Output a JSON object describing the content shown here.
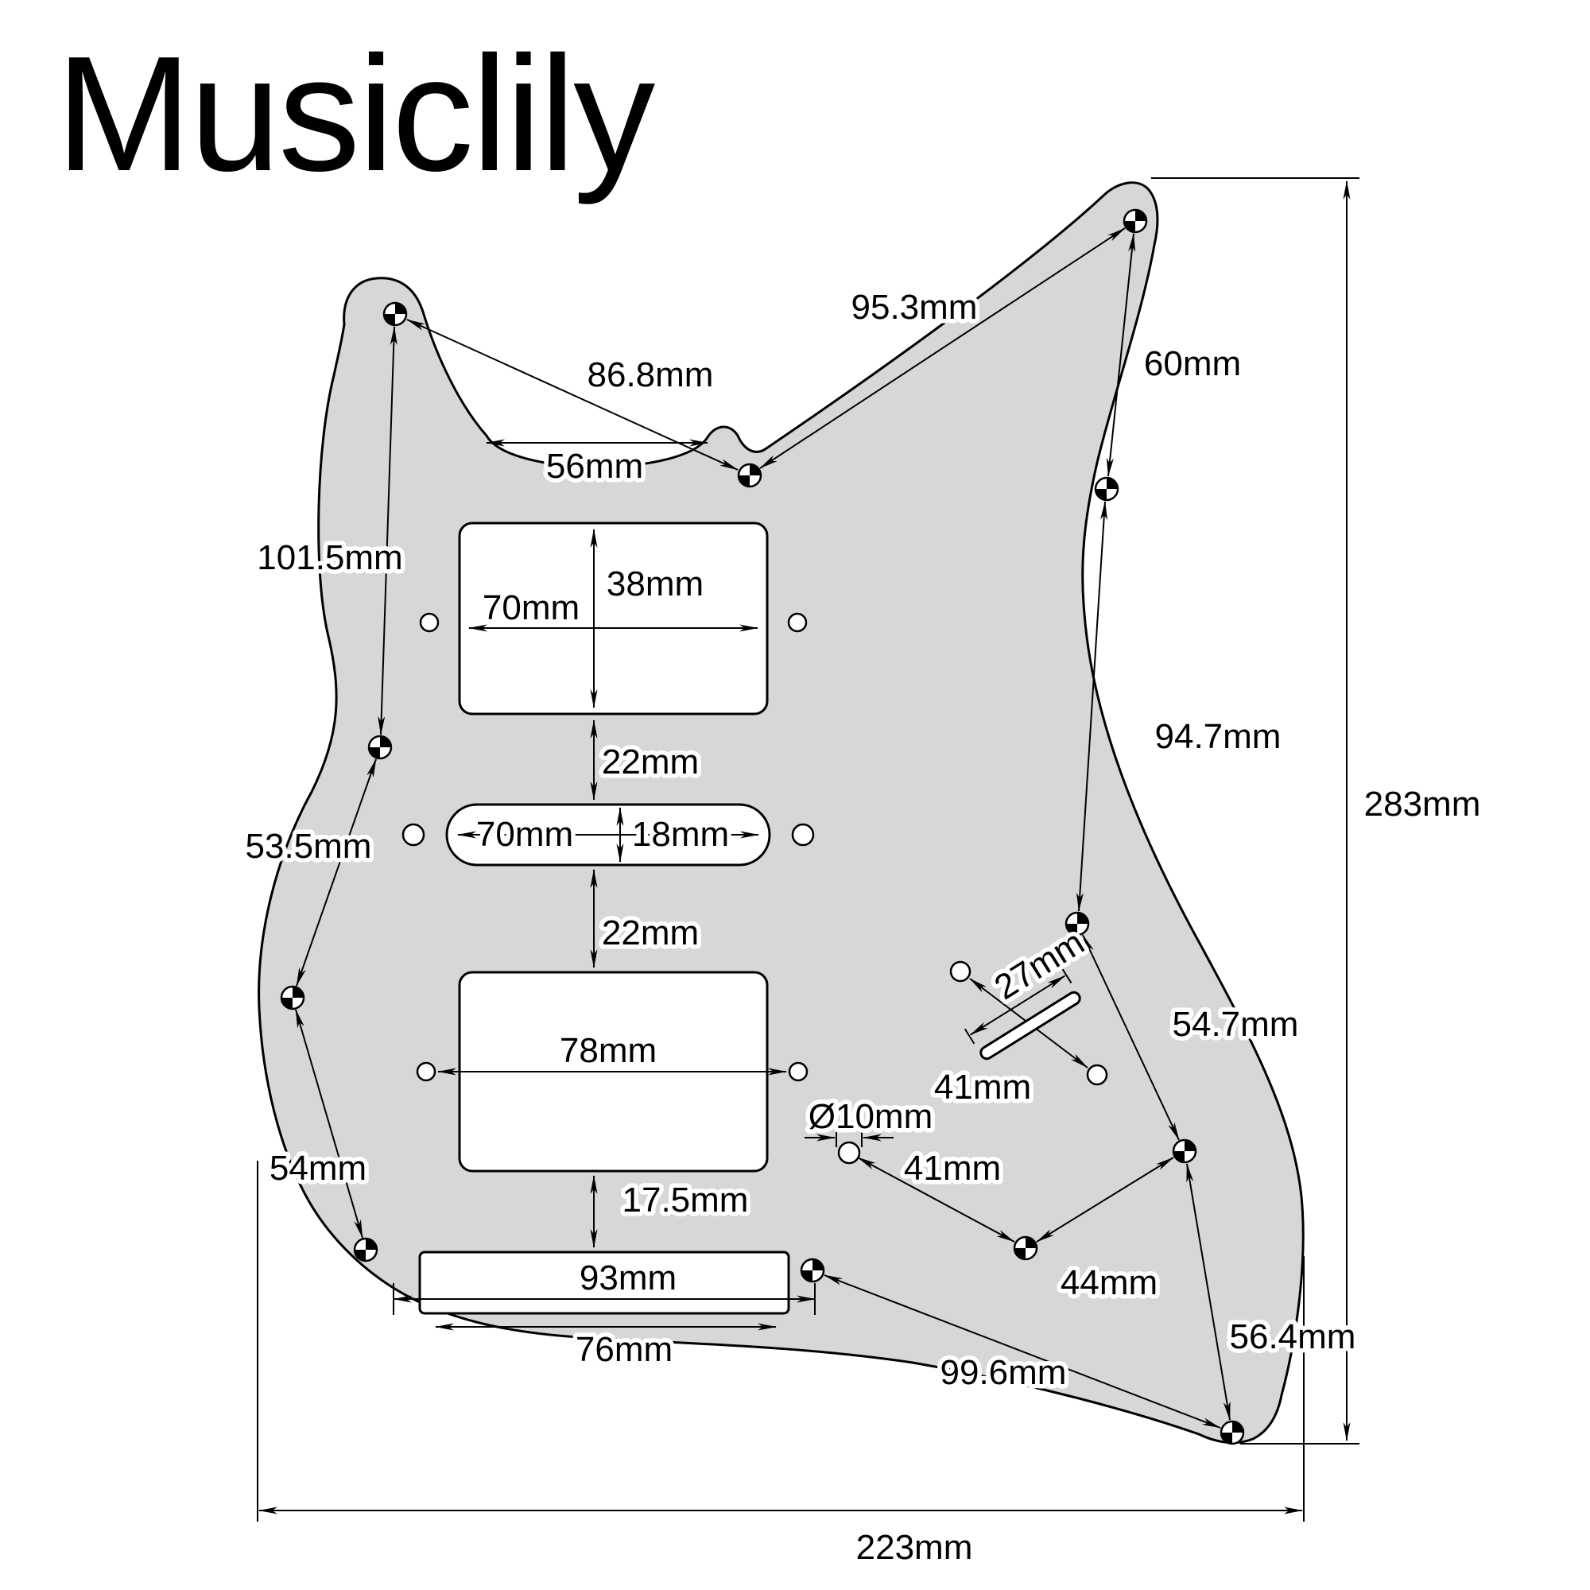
{
  "brand": "Musiclily",
  "colors": {
    "pickguard_fill": "#d7d7d7",
    "line": "#000000"
  },
  "diagram": {
    "labels": {
      "d95_3": "95.3mm",
      "d86_8": "86.8mm",
      "d56": "56mm",
      "d60": "60mm",
      "d101_5": "101.5mm",
      "d38": "38mm",
      "d70_neck": "70mm",
      "d22_upper": "22mm",
      "d70_middle": "70mm",
      "d18": "18mm",
      "d22_lower": "22mm",
      "d94_7": "94.7mm",
      "d283": "283mm",
      "d53_5": "53.5mm",
      "d78": "78mm",
      "d27": "27mm",
      "d41_slot": "41mm",
      "d54_7": "54.7mm",
      "d10": "Ø10mm",
      "d41_hole": "41mm",
      "d54": "54mm",
      "d17_5": "17.5mm",
      "d44": "44mm",
      "d93": "93mm",
      "d76": "76mm",
      "d56_4": "56.4mm",
      "d99_6": "99.6mm",
      "d223": "223mm"
    }
  }
}
